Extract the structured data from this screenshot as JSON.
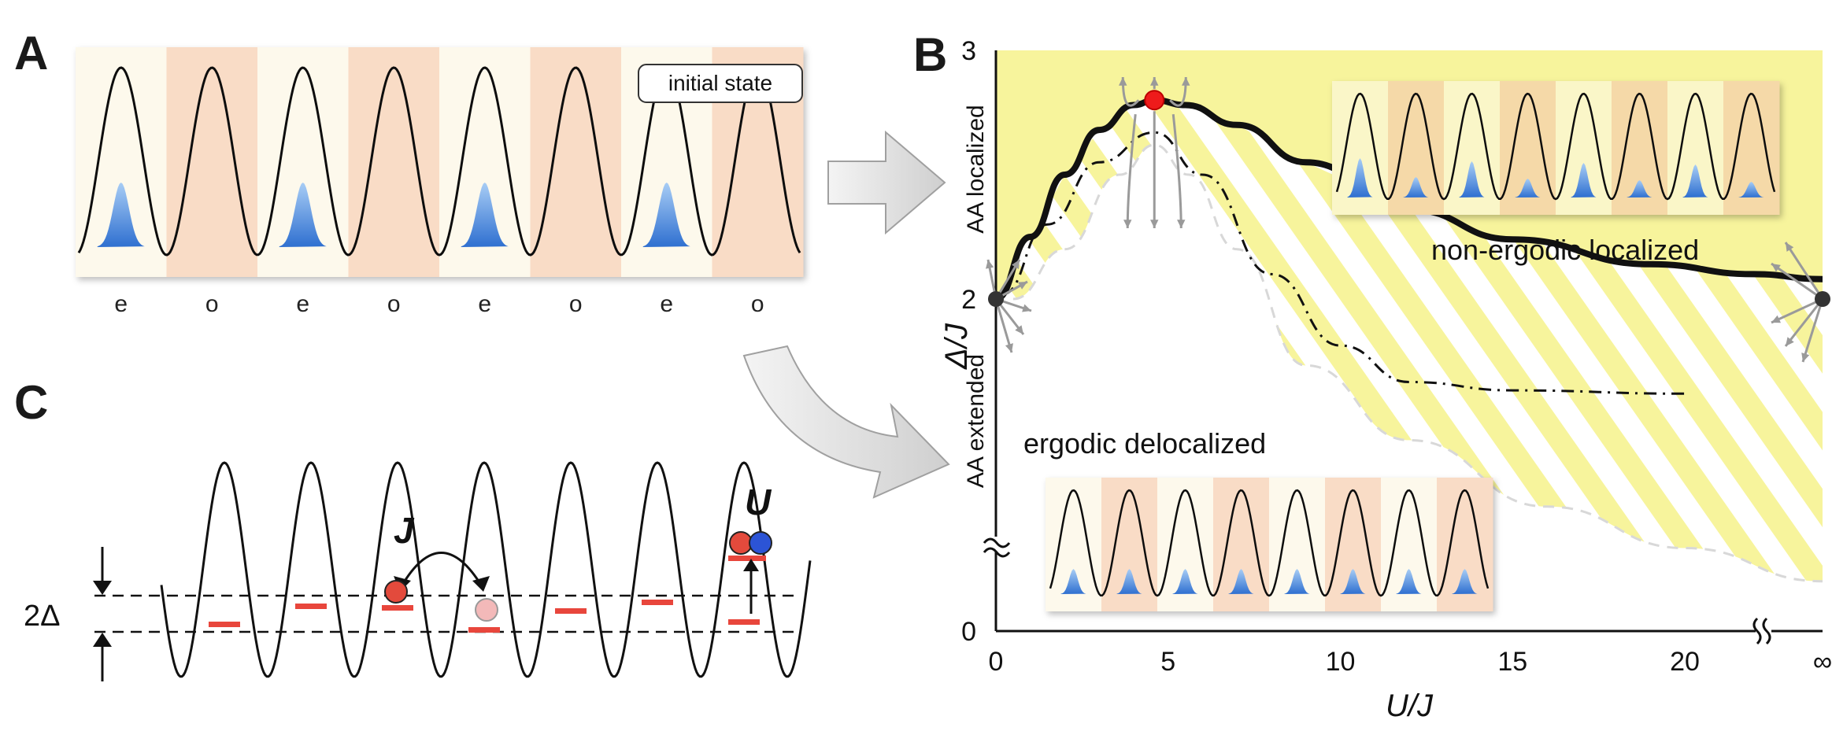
{
  "panels": {
    "a": {
      "label": "A",
      "initial_state": "initial state",
      "parity": [
        "e",
        "o",
        "e",
        "o",
        "e",
        "o",
        "e",
        "o"
      ]
    },
    "b": {
      "label": "B"
    },
    "c": {
      "label": "C",
      "hopping": "J",
      "interaction": "U",
      "gap": "2Δ"
    }
  },
  "colors": {
    "yellow": "#f7f49c",
    "peach": "#f9dcc6",
    "cream": "#fdf9ec",
    "red_level": "#e8463c",
    "blue_atom": "#4a86d8"
  },
  "chart_data": {
    "type": "line",
    "xlabel": "U/J",
    "ylabel": "Δ/J",
    "x_ticks": [
      "0",
      "5",
      "10",
      "15",
      "20",
      "∞"
    ],
    "y_ticks": [
      "0",
      "2",
      "3"
    ],
    "left_labels": {
      "upper": "AA localized",
      "lower": "AA extended"
    },
    "regions": {
      "localized": "non-ergodic localized",
      "delocalized": "ergodic delocalized"
    },
    "series": [
      {
        "x": [
          0,
          1,
          2,
          3,
          4,
          4.6,
          5.5,
          7,
          9,
          12,
          15,
          19,
          22,
          24
        ],
        "y": [
          2.0,
          2.25,
          2.5,
          2.68,
          2.78,
          2.8,
          2.78,
          2.7,
          2.55,
          2.36,
          2.24,
          2.14,
          2.1,
          2.08
        ]
      },
      {
        "x": [
          0.2,
          1.5,
          3,
          4.6,
          6,
          8,
          10,
          12,
          15,
          20
        ],
        "y": [
          2.02,
          2.3,
          2.55,
          2.67,
          2.5,
          2.1,
          1.72,
          1.5,
          1.45,
          1.43
        ]
      }
    ],
    "critical_point": {
      "x": 4.6,
      "y": 2.8
    }
  }
}
